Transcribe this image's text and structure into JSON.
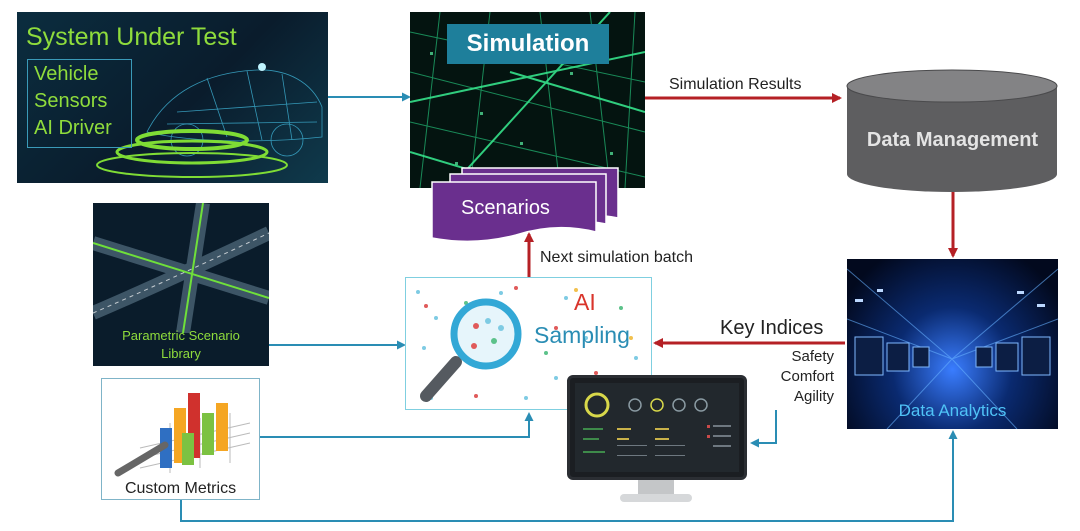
{
  "sut": {
    "title": "System Under Test",
    "items": [
      "Vehicle",
      "Sensors",
      "AI Driver"
    ]
  },
  "simulation": {
    "title": "Simulation"
  },
  "scenarios": {
    "label": "Scenarios"
  },
  "data_management": {
    "label": "Data Management"
  },
  "data_analytics": {
    "label": "Data Analytics"
  },
  "ai_sampling": {
    "line1": "AI",
    "line2": "Sampling"
  },
  "scenario_library": {
    "line1": "Parametric Scenario",
    "line2": "Library"
  },
  "custom_metrics": {
    "label": "Custom Metrics"
  },
  "edges": {
    "sim_results": "Simulation Results",
    "next_batch": "Next simulation batch",
    "key_indices": "Key Indices",
    "indices": [
      "Safety",
      "Comfort",
      "Agility"
    ]
  },
  "colors": {
    "red_arrow": "#b52025",
    "blue_arrow": "#2a8db4",
    "green_text": "#8fdc3c",
    "teal": "#1e7f9b",
    "purple": "#6a2f8e"
  }
}
